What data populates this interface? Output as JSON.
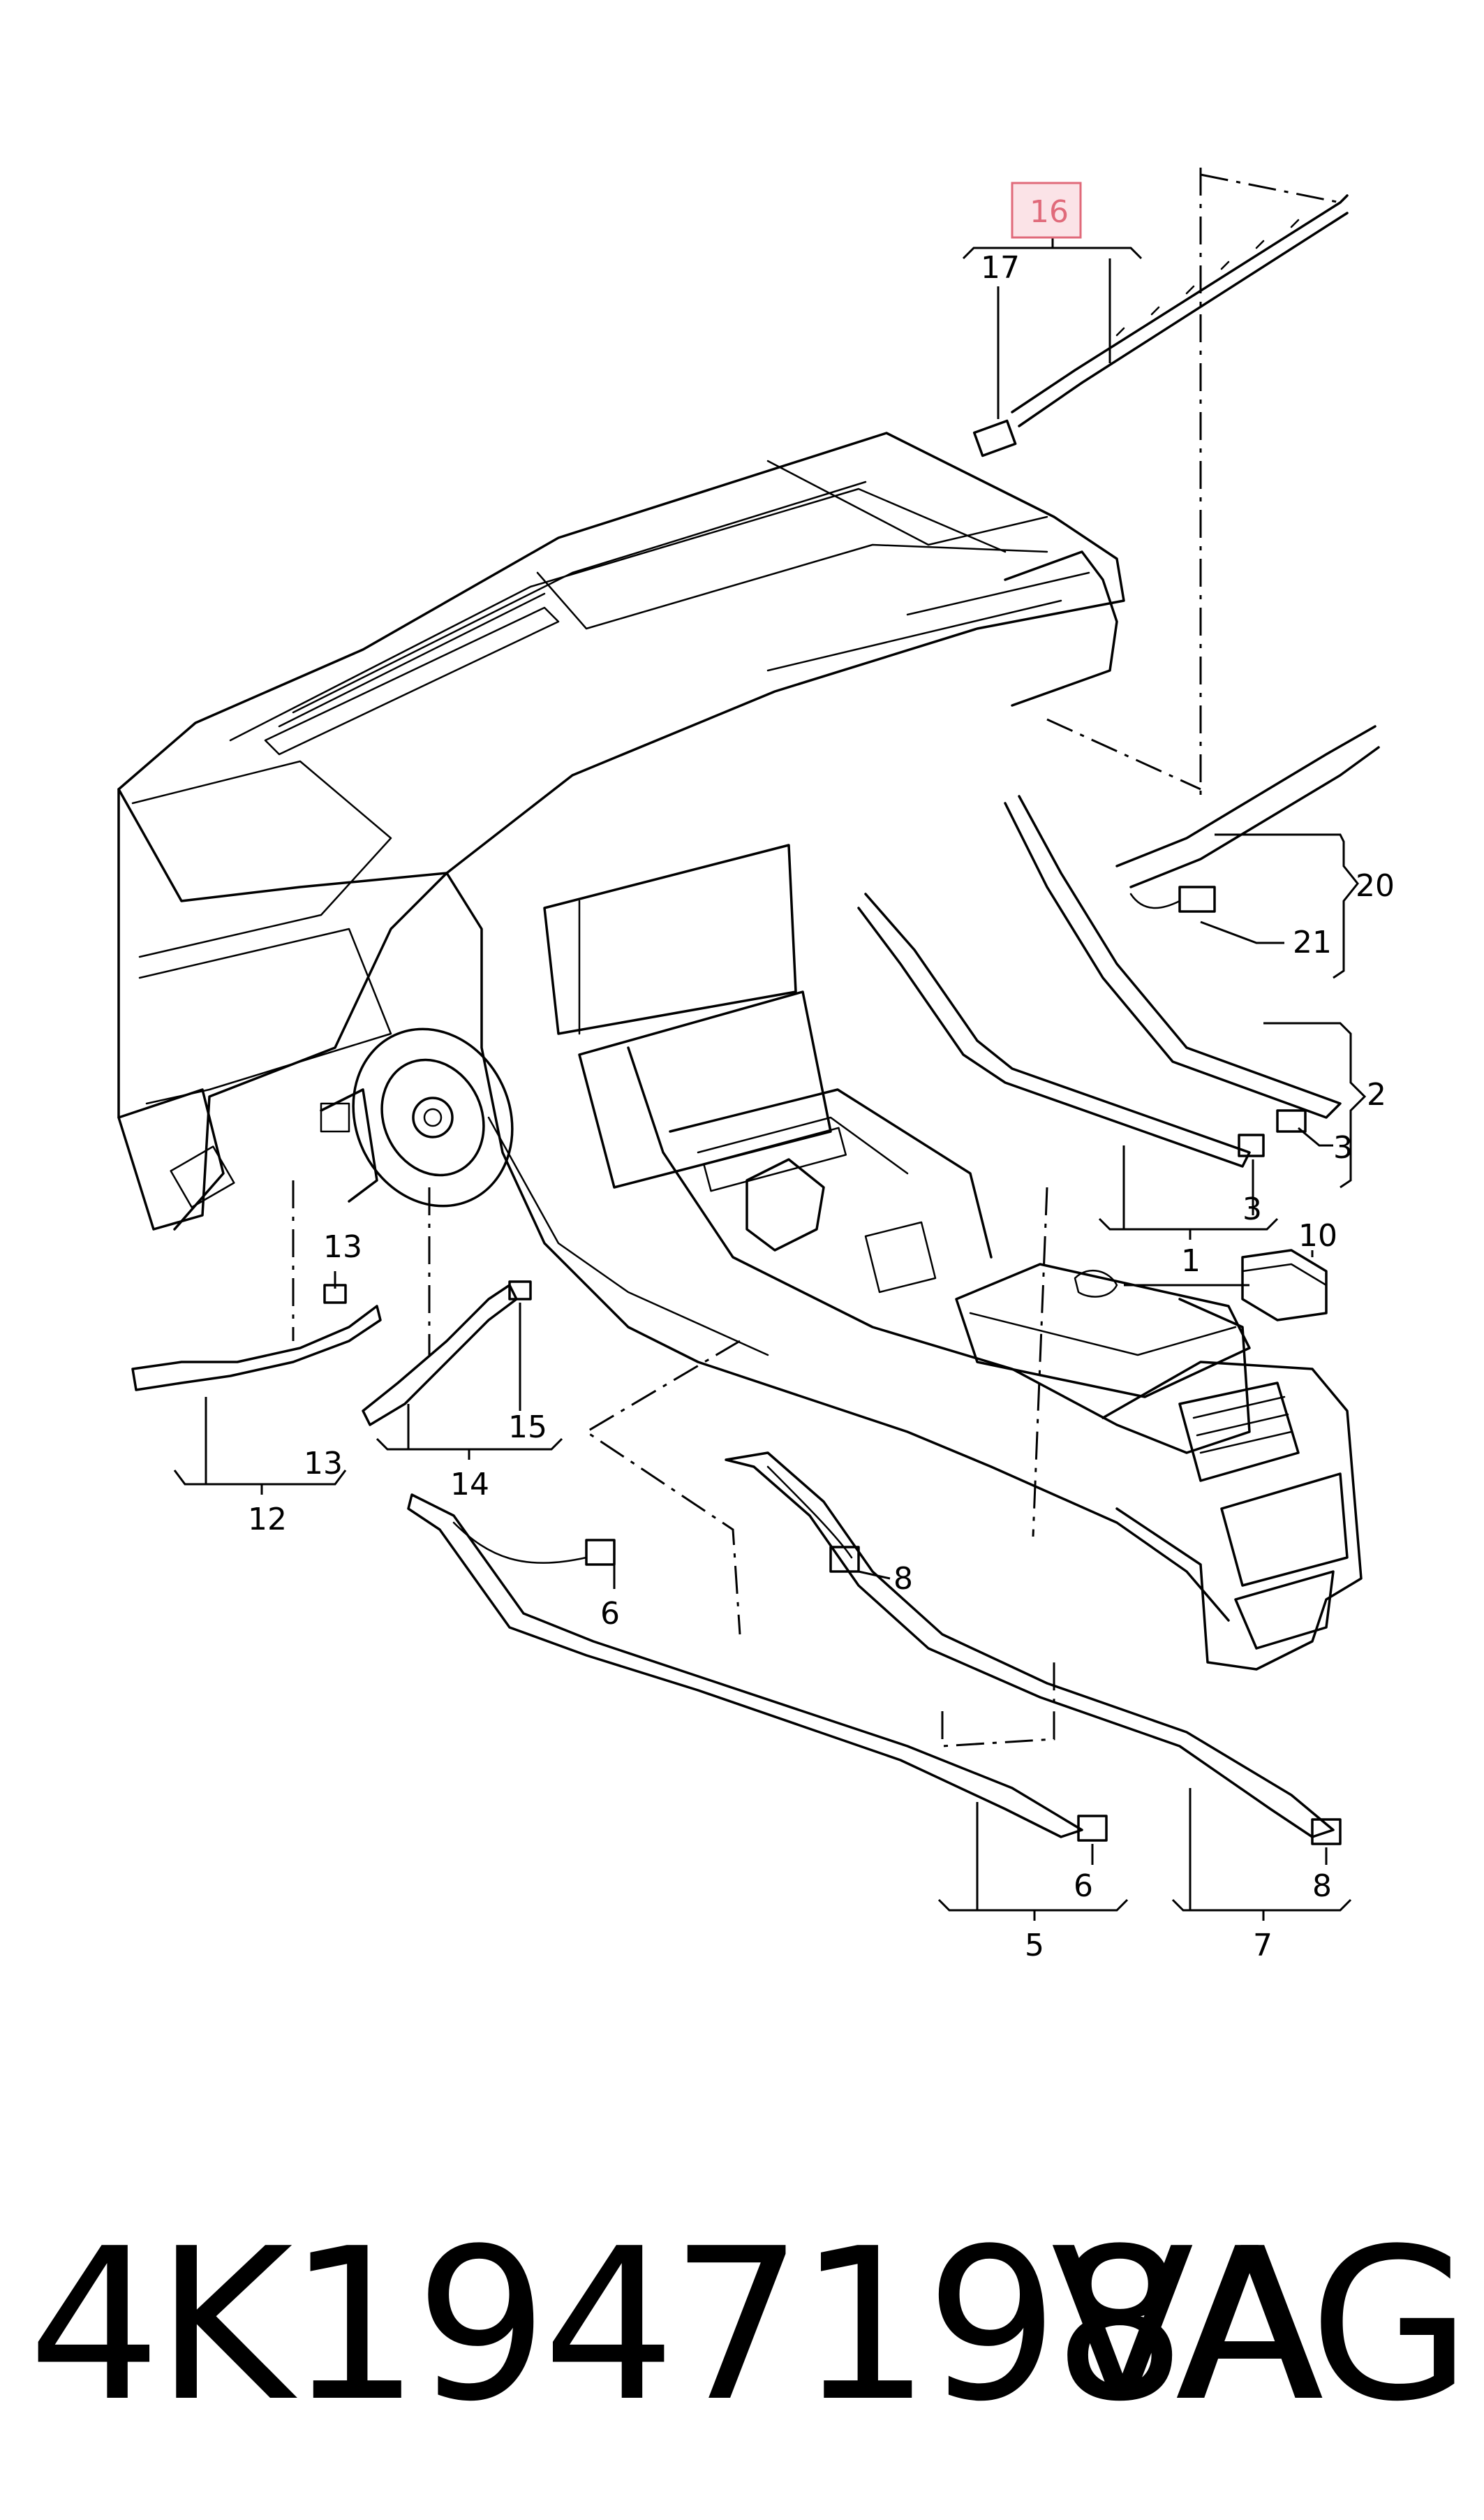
{
  "diagram": {
    "callouts": {
      "c1": "1",
      "c2": "2",
      "c3a": "3",
      "c3b": "3",
      "c5": "5",
      "c6a": "6",
      "c6b": "6",
      "c7": "7",
      "c8a": "8",
      "c8b": "8",
      "c10": "10",
      "c12": "12",
      "c13a": "13",
      "c13b": "13",
      "c14": "14",
      "c15": "15",
      "c16": "16",
      "c17": "17",
      "c20": "20",
      "c21": "21"
    },
    "highlighted_callout": "16",
    "highlight_color": "#e06a7a",
    "highlight_fill": "#fbe3e7"
  },
  "caption": {
    "part_number": "4K1947198A",
    "brand": "VAG"
  }
}
